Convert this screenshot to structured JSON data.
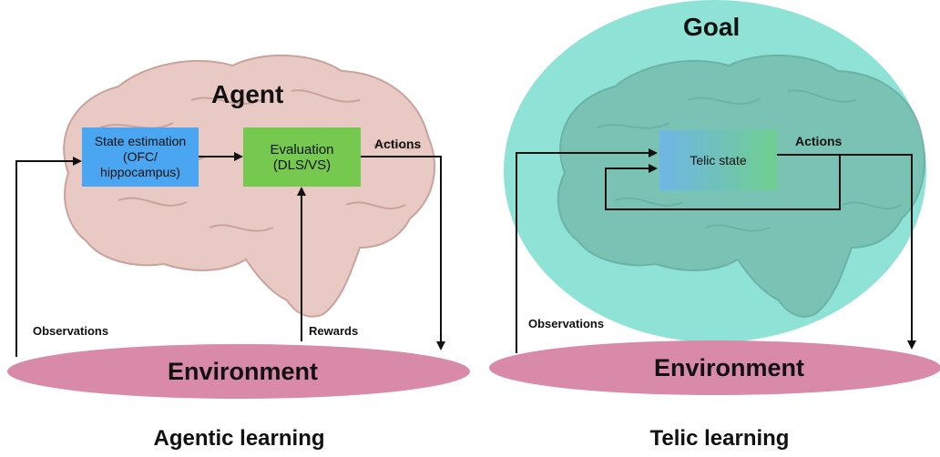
{
  "colors": {
    "brain_fill": "#e8c9c4",
    "brain_line": "#c9a39c",
    "goal_fill": "#8ee3d6",
    "environment_fill": "#d98aa8",
    "state_box": "#4aa6f0",
    "evaluation_box": "#74c94e",
    "telic_box_start": "#6fb5e6",
    "telic_box_end": "#6fcf8f",
    "arrow": "#111111"
  },
  "agentic": {
    "title": "Agent",
    "state_box": {
      "line1": "State estimation",
      "line2": "(OFC/",
      "line3": "hippocampus)"
    },
    "evaluation_box": {
      "line1": "Evaluation",
      "line2": "(DLS/VS)"
    },
    "actions_label": "Actions",
    "observations_label": "Observations",
    "rewards_label": "Rewards",
    "environment_label": "Environment",
    "caption": "Agentic learning"
  },
  "telic": {
    "title": "Goal",
    "state_box": "Telic state",
    "actions_label": "Actions",
    "observations_label": "Observations",
    "environment_label": "Environment",
    "caption": "Telic learning"
  }
}
